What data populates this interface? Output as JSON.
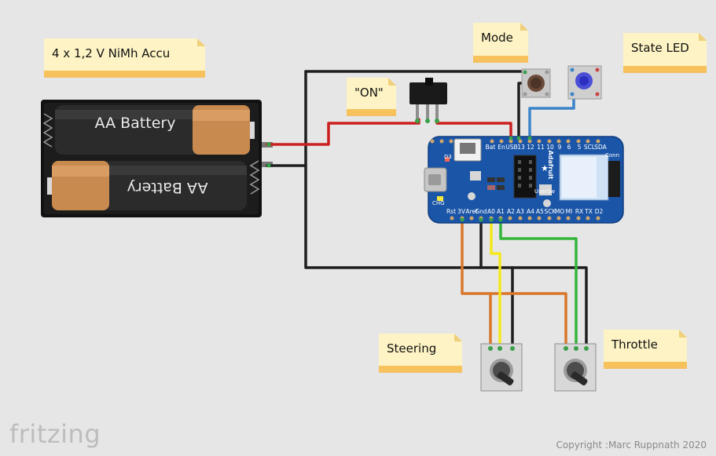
{
  "notes": {
    "battery": "4 x 1,2 V NiMh Accu",
    "mode": "Mode",
    "state_led": "State LED",
    "on": "\"ON\"",
    "steering": "Steering",
    "throttle": "Throttle"
  },
  "battery_pack": {
    "cell_top": "AA Battery",
    "cell_bottom": "AA Battery"
  },
  "board": {
    "top_pins": [
      "Bat",
      "En",
      "USB",
      "13",
      "12",
      "11",
      "10",
      "9",
      "6",
      "5",
      "SCL",
      "SDA"
    ],
    "bottom_pins": [
      "Rst",
      "3V",
      "Aref",
      "Gnd",
      "A0",
      "A1",
      "A2",
      "A3",
      "A4",
      "A5",
      "SCK",
      "MO",
      "MI",
      "RX",
      "TX",
      "D2"
    ],
    "led_labels": {
      "d3": "D3",
      "chg": "CHG",
      "usersw": "UserSw",
      "conn": "Conn"
    },
    "brand": "Adafruit"
  },
  "brand": "fritzing",
  "copyright": "Copyright :Marc Ruppnath 2020",
  "colors": {
    "red_wire": "#cc1f1f",
    "black_wire": "#1e1e1e",
    "blue_wire": "#3b84c9",
    "orange_wire": "#d8772a",
    "yellow_wire": "#f3e81b",
    "green_wire": "#34b53a",
    "board": "#1a55a8",
    "note_band": "#f7c15c"
  }
}
